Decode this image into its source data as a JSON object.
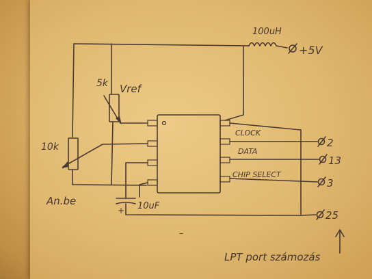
{
  "labels": {
    "inductor": "100uH",
    "supply": "+5V",
    "pot_5k": "5k",
    "vref": "Vref",
    "pot_10k": "10k",
    "input": "An.be",
    "capacitor": "10uF",
    "cap_plus": "+",
    "clock": "CLOCK",
    "data": "DATA",
    "chip_select": "CHIP SELECT",
    "pin_2": "2",
    "pin_13": "13",
    "pin_3": "3",
    "pin_25": "25",
    "note": "LPT port számozás",
    "bottom_mark": "–"
  },
  "colors": {
    "ink": "#4a3a33",
    "paper": "#e0b86f",
    "background": "#9a6e30"
  }
}
